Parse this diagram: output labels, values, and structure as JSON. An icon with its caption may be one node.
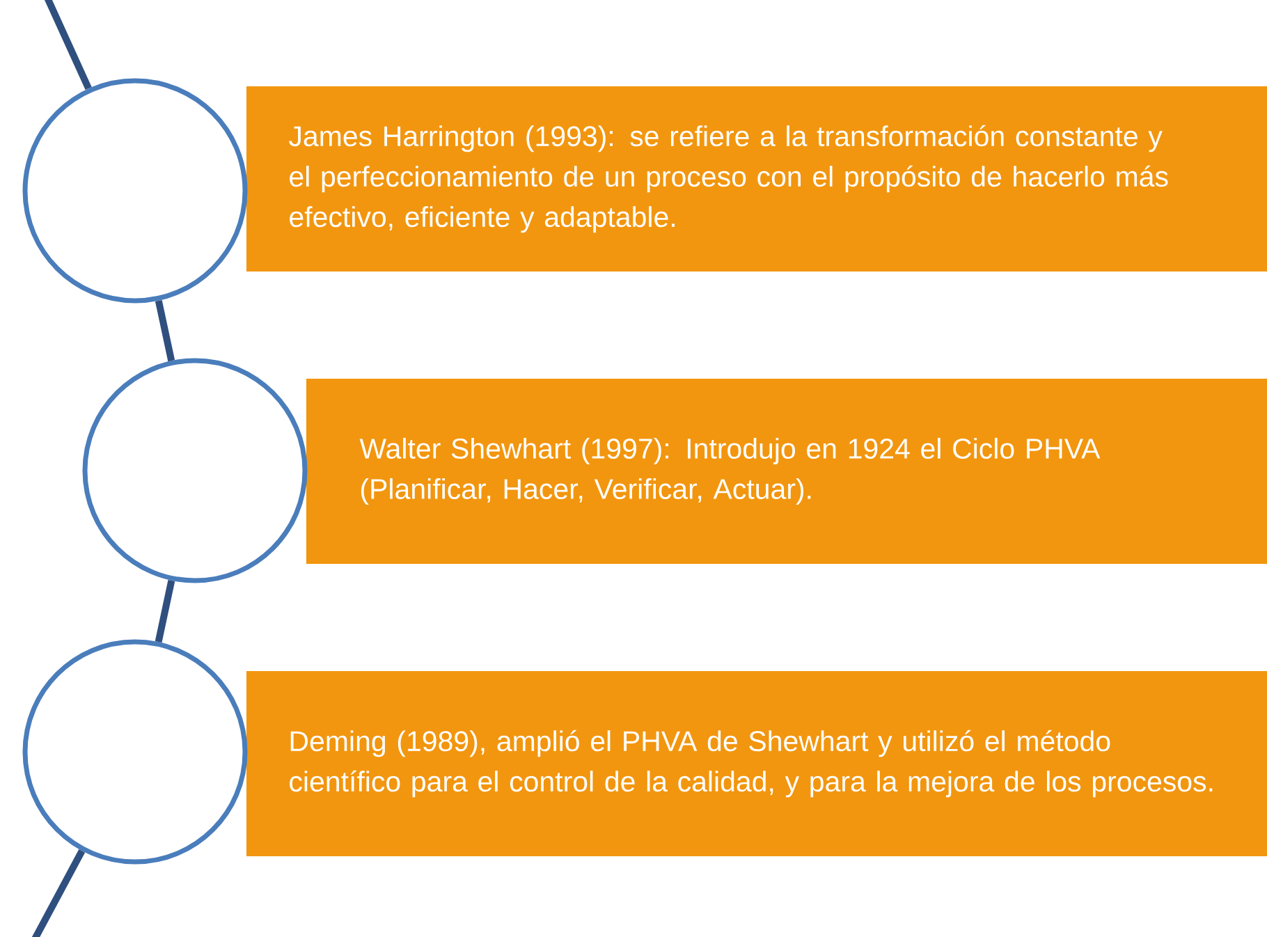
{
  "diagram": {
    "nodes": [
      {
        "text": [],
        "shape": "circle"
      },
      {
        "text": [
          "James Harrington (1993): se refiere a la transformación constante y el perfeccionamiento de un proceso con el propósito de hacerlo más efectivo, eficiente y adaptable."
        ]
      },
      {
        "text": [],
        "shape": "circle"
      },
      {
        "text": [
          "Walter Shewhart (1997): Introdujo en 1924 el Ciclo PHVA (Planificar, Hacer, Verificar, Actuar)."
        ]
      },
      {
        "text": [],
        "shape": "circle"
      },
      {
        "text": [
          "Deming (1989), amplió el PHVA de Shewhart y utilizó el método científico para el control de la calidad, y para la mejora de los procesos."
        ]
      }
    ],
    "edges": [
      {
        "from": null,
        "to": 0,
        "arrow": "none"
      },
      {
        "from": 0,
        "to": 2,
        "arrow": "none"
      },
      {
        "from": 2,
        "to": 4,
        "arrow": "none"
      },
      {
        "from": 4,
        "to": null,
        "arrow": "none"
      }
    ]
  }
}
